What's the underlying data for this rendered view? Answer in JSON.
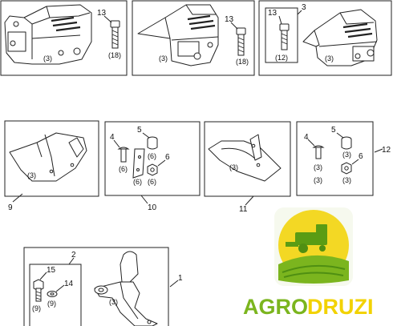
{
  "panels": [
    {
      "id": "panel-bracket-a",
      "quantities": [
        "(3)",
        "(18)"
      ],
      "callouts": [
        "13"
      ]
    },
    {
      "id": "panel-bracket-b",
      "quantities": [
        "(3)",
        "(18)"
      ],
      "callouts": [
        "13"
      ]
    },
    {
      "id": "panel-bracket-c",
      "quantities": [
        "(12)",
        "(3)"
      ],
      "callouts": [
        "13",
        "3"
      ]
    },
    {
      "id": "panel-plate-9",
      "quantities": [
        "(3)"
      ],
      "callouts": [
        "9"
      ]
    },
    {
      "id": "panel-hardware-10",
      "quantities": [
        "(6)",
        "(6)",
        "(6)",
        "(6)"
      ],
      "callouts": [
        "4",
        "5",
        "6",
        "10"
      ]
    },
    {
      "id": "panel-plate-11",
      "quantities": [
        "(3)"
      ],
      "callouts": [
        "11"
      ]
    },
    {
      "id": "panel-hardware-12",
      "quantities": [
        "(3)",
        "(3)",
        "(3)",
        "(3)"
      ],
      "callouts": [
        "4",
        "5",
        "6",
        "12"
      ]
    },
    {
      "id": "panel-arm-1",
      "quantities": [
        "(9)",
        "(9)",
        "(3)"
      ],
      "callouts": [
        "15",
        "14",
        "2",
        "1"
      ]
    }
  ],
  "logo": {
    "text_agro": "AGRO",
    "text_druzi": "DRUZI",
    "colors": {
      "green": "#7bb51e",
      "yellow": "#f2d200",
      "field_dark": "#4f8f12",
      "bg_light": "#f6f9ee"
    }
  }
}
